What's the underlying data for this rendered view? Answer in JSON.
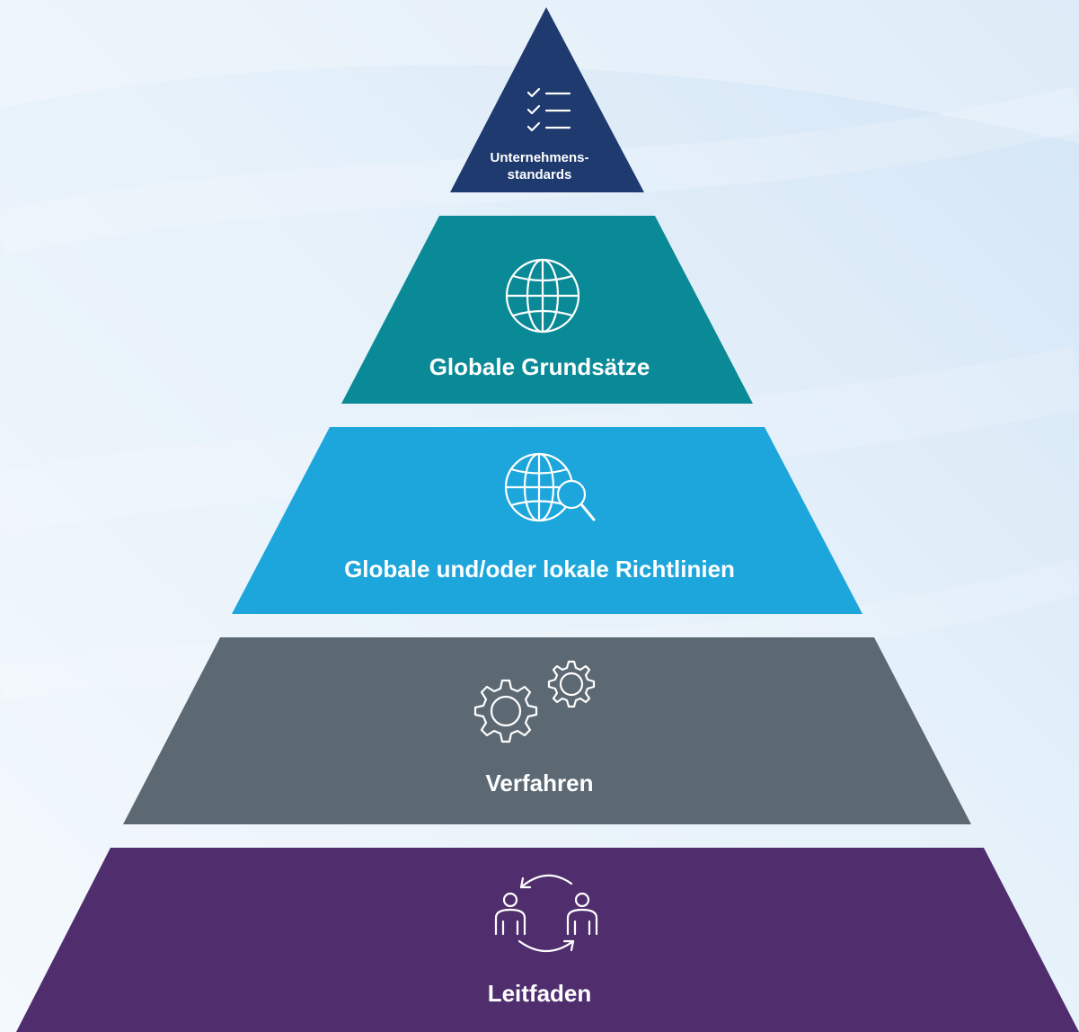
{
  "colors": {
    "background_light": "#f3f8fd",
    "background_blue": "#d7e8f7",
    "level1": "#1e3a6e",
    "level2": "#0a8a96",
    "level3": "#1da6dc",
    "level4": "#5c6973",
    "level5": "#502e6e",
    "icon_stroke": "#ffffff"
  },
  "pyramid": {
    "levels": [
      {
        "label_line1": "Unternehmens-",
        "label_line2": "standards",
        "icon": "checklist-icon"
      },
      {
        "label": "Globale Grundsätze",
        "icon": "globe-icon"
      },
      {
        "label": "Globale und/oder lokale Richtlinien",
        "icon": "globe-search-icon"
      },
      {
        "label": "Verfahren",
        "icon": "gears-icon"
      },
      {
        "label": "Leitfaden",
        "icon": "people-exchange-icon"
      }
    ]
  }
}
